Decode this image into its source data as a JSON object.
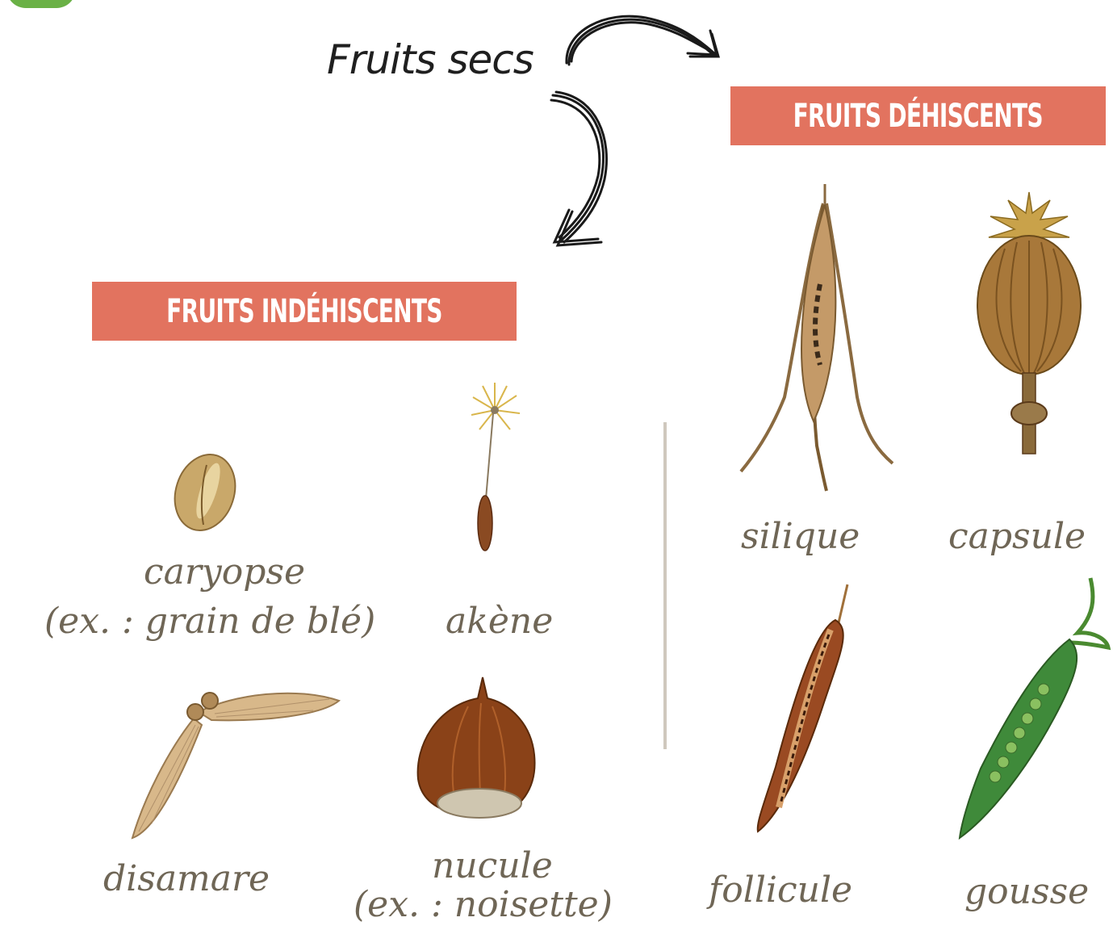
{
  "title": "Fruits secs",
  "categories": {
    "dehiscent": {
      "label": "FRUITS DÉHISCENTS"
    },
    "indehiscent": {
      "label": "FRUITS INDÉHISCENTS"
    }
  },
  "fruits": {
    "caryopse": {
      "name": "caryopse",
      "example": "(ex. : grain de blé)"
    },
    "akene": {
      "name": "akène"
    },
    "disamare": {
      "name": "disamare"
    },
    "nucule": {
      "name": "nucule",
      "example": "(ex. : noisette)"
    },
    "silique": {
      "name": "silique"
    },
    "capsule": {
      "name": "capsule"
    },
    "follicule": {
      "name": "follicule"
    },
    "gousse": {
      "name": "gousse"
    }
  },
  "colors": {
    "banner": "#e2735f",
    "label_text": "#6f6656",
    "divider": "#cfc8bd",
    "accent_corner": "#6ab146"
  },
  "icons": [
    "arrow-right-icon",
    "arrow-down-icon",
    "caryopse-illustration",
    "akene-illustration",
    "disamare-illustration",
    "nucule-illustration",
    "silique-illustration",
    "capsule-illustration",
    "follicule-illustration",
    "gousse-illustration"
  ]
}
